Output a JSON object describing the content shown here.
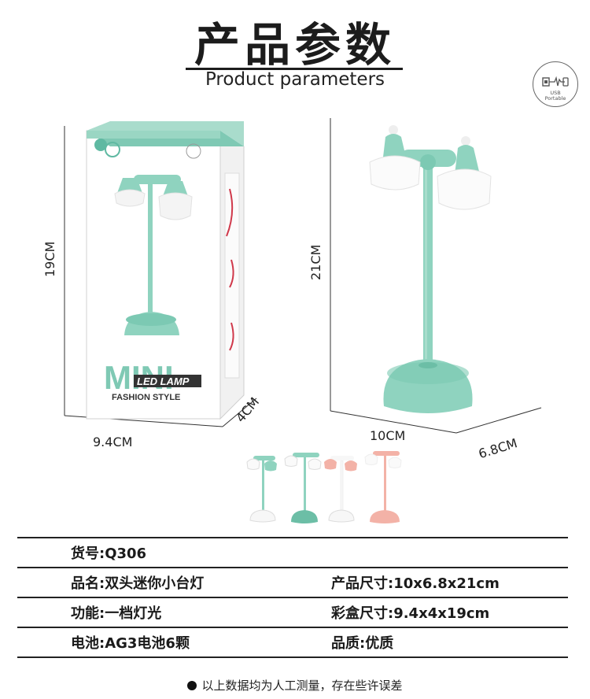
{
  "header": {
    "title_cn": "产品参数",
    "title_en": "Product parameters"
  },
  "usb_badge": {
    "icon": "usb-portable-icon",
    "line1": "USB",
    "line2": "Portable"
  },
  "box_image": {
    "brand_text_1": "MINI",
    "brand_text_2": "LED LAMP",
    "brand_text_3": "FASHION STYLE",
    "height_label": "19CM",
    "width_label": "9.4CM",
    "depth_label": "4CM"
  },
  "lamp_image": {
    "height_label": "21CM",
    "width_label": "10CM",
    "depth_label": "6.8CM"
  },
  "colors": {
    "mint": "#8fd3bf",
    "mint_dark": "#6cbea6",
    "pink": "#f3b2a7",
    "white": "#fafafa"
  },
  "specs": [
    {
      "left": "货号:Q306",
      "right": ""
    },
    {
      "left": "品名:双头迷你小台灯",
      "right": "产品尺寸:10x6.8x21cm"
    },
    {
      "left": "功能:一档灯光",
      "right": "彩盒尺寸:9.4x4x19cm"
    },
    {
      "left": "电池:AG3电池6颗",
      "right": "品质:优质"
    }
  ],
  "footnote": "以上数据均为人工测量，存在些许误差"
}
